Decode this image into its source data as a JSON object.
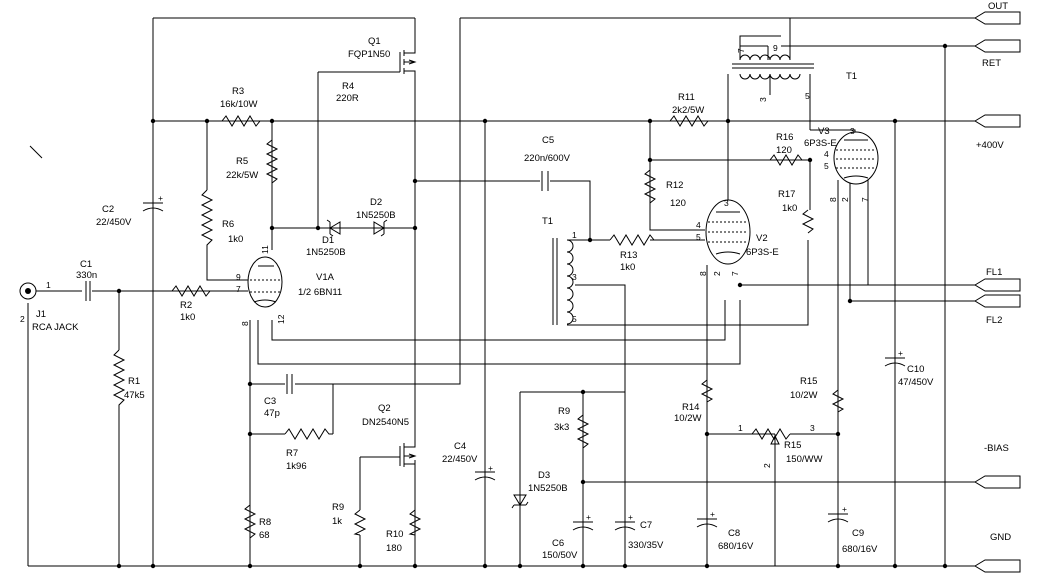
{
  "components": {
    "J1": {
      "ref": "J1",
      "value": "RCA JACK",
      "pin1": "1",
      "pin2": "2"
    },
    "C1": {
      "ref": "C1",
      "value": "330n"
    },
    "C2": {
      "ref": "C2",
      "value": "22/450V"
    },
    "C3": {
      "ref": "C3",
      "value": "47p"
    },
    "C4": {
      "ref": "C4",
      "value": "22/450V"
    },
    "C5": {
      "ref": "C5",
      "value": "220n/600V"
    },
    "C6": {
      "ref": "C6",
      "value": "150/50V"
    },
    "C7": {
      "ref": "C7",
      "value": "330/35V"
    },
    "C8": {
      "ref": "C8",
      "value": "680/16V"
    },
    "C9": {
      "ref": "C9",
      "value": "680/16V"
    },
    "C10": {
      "ref": "C10",
      "value": "47/450V"
    },
    "R1": {
      "ref": "R1",
      "value": "47k5"
    },
    "R2": {
      "ref": "R2",
      "value": "1k0"
    },
    "R3": {
      "ref": "R3",
      "value": "16k/10W"
    },
    "R4": {
      "ref": "R4",
      "value": "220R"
    },
    "R5": {
      "ref": "R5",
      "value": "22k/5W"
    },
    "R6": {
      "ref": "R6",
      "value": "1k0"
    },
    "R7": {
      "ref": "R7",
      "value": "1k96"
    },
    "R8": {
      "ref": "R8",
      "value": "68"
    },
    "R9a": {
      "ref": "R9",
      "value": "1k"
    },
    "R9b": {
      "ref": "R9",
      "value": "3k3"
    },
    "R10": {
      "ref": "R10",
      "value": "180"
    },
    "R11": {
      "ref": "R11",
      "value": "2k2/5W"
    },
    "R12": {
      "ref": "R12",
      "value": "120"
    },
    "R13": {
      "ref": "R13",
      "value": "1k0"
    },
    "R14": {
      "ref": "R14",
      "value": "10/2W"
    },
    "R15a": {
      "ref": "R15",
      "value": "10/2W"
    },
    "R15b": {
      "ref": "R15",
      "value": "150/WW"
    },
    "R16": {
      "ref": "R16",
      "value": "120"
    },
    "R17": {
      "ref": "R17",
      "value": "1k0"
    },
    "Q1": {
      "ref": "Q1",
      "value": "FQP1N50"
    },
    "Q2": {
      "ref": "Q2",
      "value": "DN2540N5"
    },
    "D1": {
      "ref": "D1",
      "value": "1N5250B"
    },
    "D2": {
      "ref": "D2",
      "value": "1N5250B"
    },
    "D3": {
      "ref": "D3",
      "value": "1N5250B"
    },
    "V1A": {
      "ref": "V1A",
      "value": "1/2 6BN11"
    },
    "V2": {
      "ref": "V2",
      "value": "6P3S-E"
    },
    "V3": {
      "ref": "V3",
      "value": "6P3S-E"
    },
    "T1a": {
      "ref": "T1"
    },
    "T1b": {
      "ref": "T1"
    }
  },
  "pins": {
    "v1a_9": "9",
    "v1a_7": "7",
    "v1a_11": "11",
    "v1a_8": "8",
    "v1a_12": "12",
    "t1a_1": "1",
    "t1a_3": "3",
    "t1a_5": "5",
    "v2_3": "3",
    "v2_4": "4",
    "v2_5": "5",
    "v2_8": "8",
    "v2_2": "2",
    "v2_7": "7",
    "v3_3": "3",
    "v3_4": "4",
    "v3_5": "5",
    "v3_8": "8",
    "v3_2": "2",
    "v3_7": "7",
    "t1b_7": "7",
    "t1b_9": "9",
    "t1b_3": "3",
    "t1b_5": "5",
    "r15_1": "1",
    "r15_2": "2",
    "r15_3": "3"
  },
  "ports": {
    "out": "OUT",
    "ret": "RET",
    "b400": "+400V",
    "fl1": "FL1",
    "fl2": "FL2",
    "bias": "-BIAS",
    "gnd": "GND"
  }
}
